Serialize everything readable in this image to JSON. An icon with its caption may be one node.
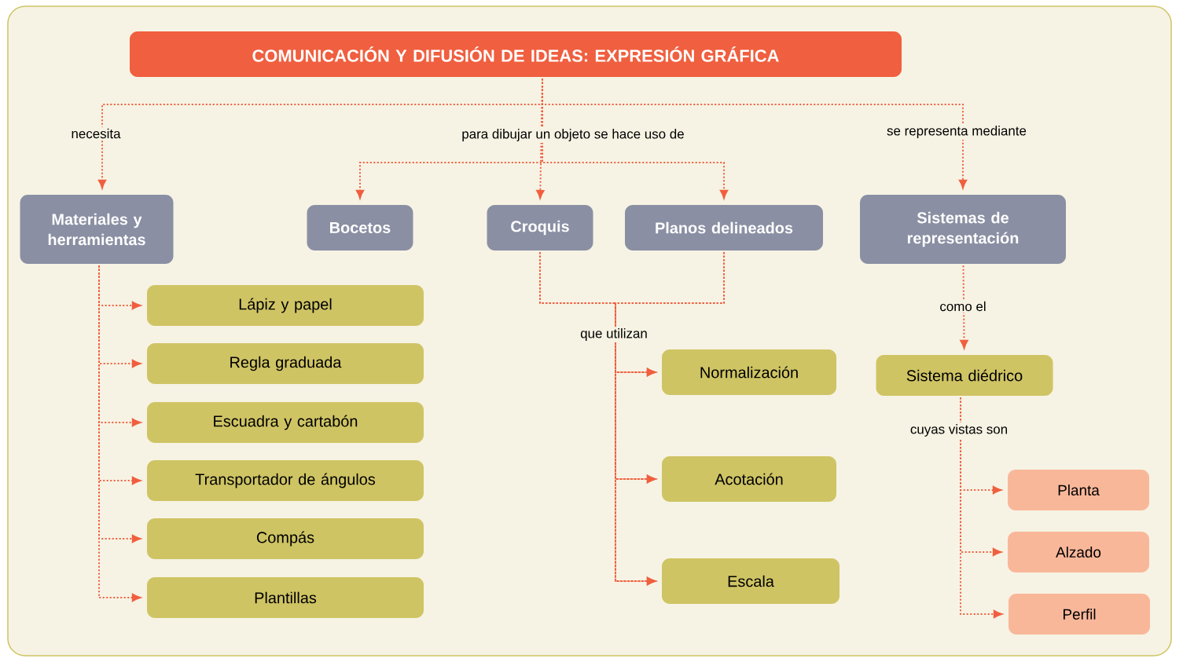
{
  "diagram": {
    "nodes": [
      {
        "text": [
          "COMUNICACIÓN Y DIFUSIÓN DE IDEAS: EXPRESIÓN GRÁFICA"
        ]
      },
      {
        "text": [
          "Materiales y herramientas"
        ]
      },
      {
        "text": [
          "Bocetos"
        ]
      },
      {
        "text": [
          "Croquis"
        ]
      },
      {
        "text": [
          "Planos delineados"
        ]
      },
      {
        "text": [
          "Sistemas de representación"
        ]
      },
      {
        "text": [
          "Lápiz y papel"
        ]
      },
      {
        "text": [
          "Regla graduada"
        ]
      },
      {
        "text": [
          "Escuadra y cartabón"
        ]
      },
      {
        "text": [
          "Transportador de ángulos"
        ]
      },
      {
        "text": [
          "Compás"
        ]
      },
      {
        "text": [
          "Plantillas"
        ]
      },
      {
        "text": [
          "Normalización"
        ]
      },
      {
        "text": [
          "Acotación"
        ]
      },
      {
        "text": [
          "Escala"
        ]
      },
      {
        "text": [
          "Sistema diédrico"
        ]
      },
      {
        "text": [
          "Planta"
        ]
      },
      {
        "text": [
          "Alzado"
        ]
      },
      {
        "text": [
          "Perfil"
        ]
      }
    ],
    "edges": [
      {
        "from": 0,
        "to": 1,
        "arrow": "to",
        "label": "necesita"
      },
      {
        "from": 0,
        "to": 2,
        "arrow": "to"
      },
      {
        "from": 0,
        "to": 3,
        "arrow": "to",
        "label": "para dibujar un objeto se hace uso de"
      },
      {
        "from": 0,
        "to": 4,
        "arrow": "to"
      },
      {
        "from": 0,
        "to": 5,
        "arrow": "to",
        "label": "se representa mediante"
      },
      {
        "from": 1,
        "to": 6,
        "arrow": "to"
      },
      {
        "from": 1,
        "to": 7,
        "arrow": "to"
      },
      {
        "from": 1,
        "to": 8,
        "arrow": "to"
      },
      {
        "from": 1,
        "to": 9,
        "arrow": "to"
      },
      {
        "from": 1,
        "to": 10,
        "arrow": "to"
      },
      {
        "from": 1,
        "to": 11,
        "arrow": "to"
      },
      {
        "from": 3,
        "to": 12,
        "arrow": "to",
        "label": "que utilizan"
      },
      {
        "from": 3,
        "to": 13,
        "arrow": "to"
      },
      {
        "from": 3,
        "to": 14,
        "arrow": "to"
      },
      {
        "from": 4,
        "to": 12,
        "arrow": "to"
      },
      {
        "from": 4,
        "to": 13,
        "arrow": "to"
      },
      {
        "from": 4,
        "to": 14,
        "arrow": "to"
      },
      {
        "from": 5,
        "to": 15,
        "arrow": "to",
        "label": "como el"
      },
      {
        "from": 15,
        "to": 16,
        "arrow": "to",
        "label": "cuyas vistas son"
      },
      {
        "from": 15,
        "to": 17,
        "arrow": "to"
      },
      {
        "from": 15,
        "to": 18,
        "arrow": "to"
      }
    ]
  }
}
